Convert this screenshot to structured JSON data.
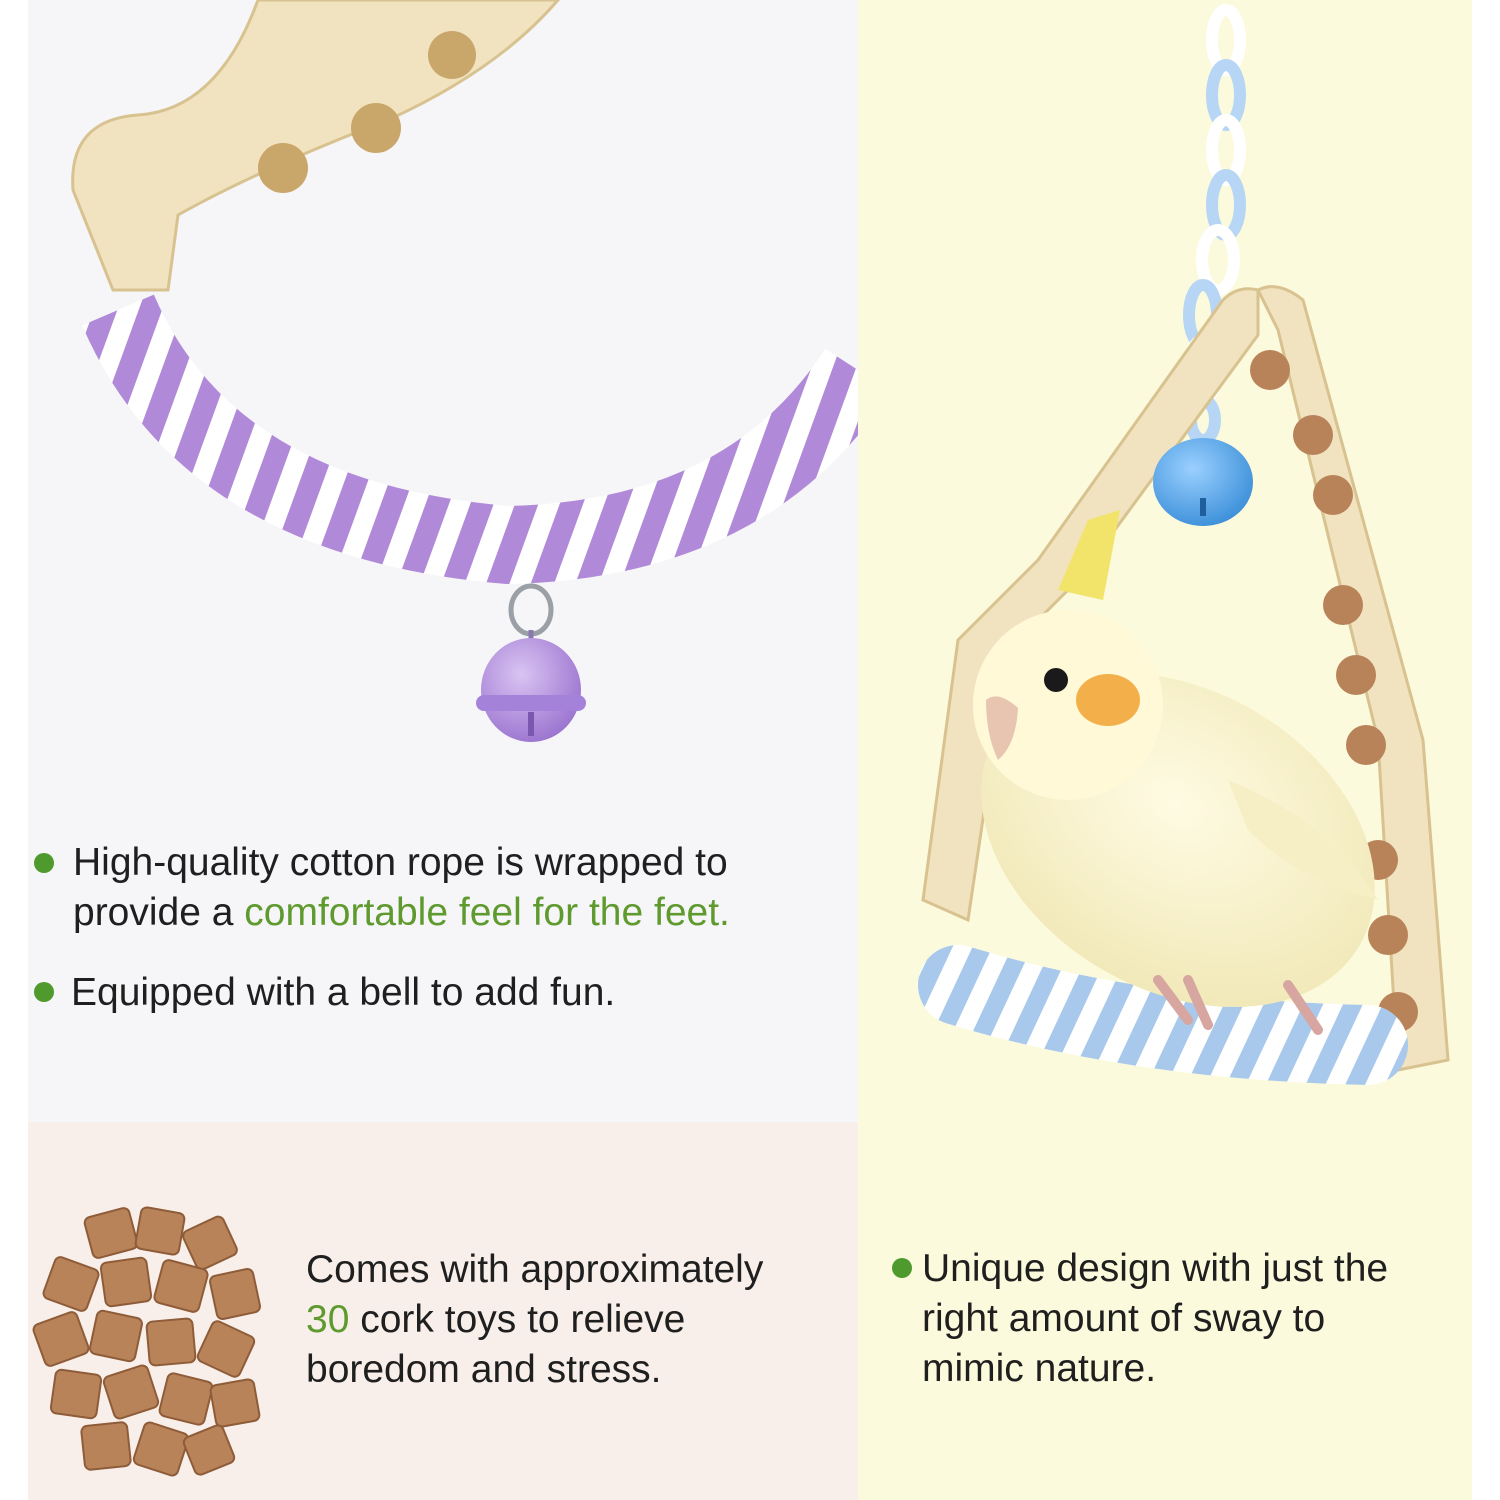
{
  "colors": {
    "accent_green": "#5f9a2e",
    "bullet_green": "#4f9a2c",
    "rope_purple": "#b08ad8",
    "rope_blue": "#a9c9ec",
    "bell_purple": "#b48ee0",
    "bell_blue": "#4a9fe0",
    "wood": "#f1e3c0",
    "cork": "#b9835a",
    "panel_top_left_bg": "#f6f5f8",
    "panel_bottom_left_bg": "#f8efea",
    "panel_right_bg": "#fcfadc"
  },
  "rope_feature": {
    "bullet1": {
      "line1": "High-quality cotton rope is wrapped to",
      "line2_lead": "provide a ",
      "line2_highlight": "comfortable feel for the feet."
    },
    "bullet2": {
      "text": "Equipped with a bell to add fun."
    }
  },
  "cork_feature": {
    "line1": "Comes with approximately",
    "count": "30",
    "line2_rest": " cork toys to relieve",
    "line3": "boredom and stress."
  },
  "sway_feature": {
    "line1": "Unique design with just the",
    "line2": "right amount of sway to",
    "line3": "mimic nature."
  }
}
